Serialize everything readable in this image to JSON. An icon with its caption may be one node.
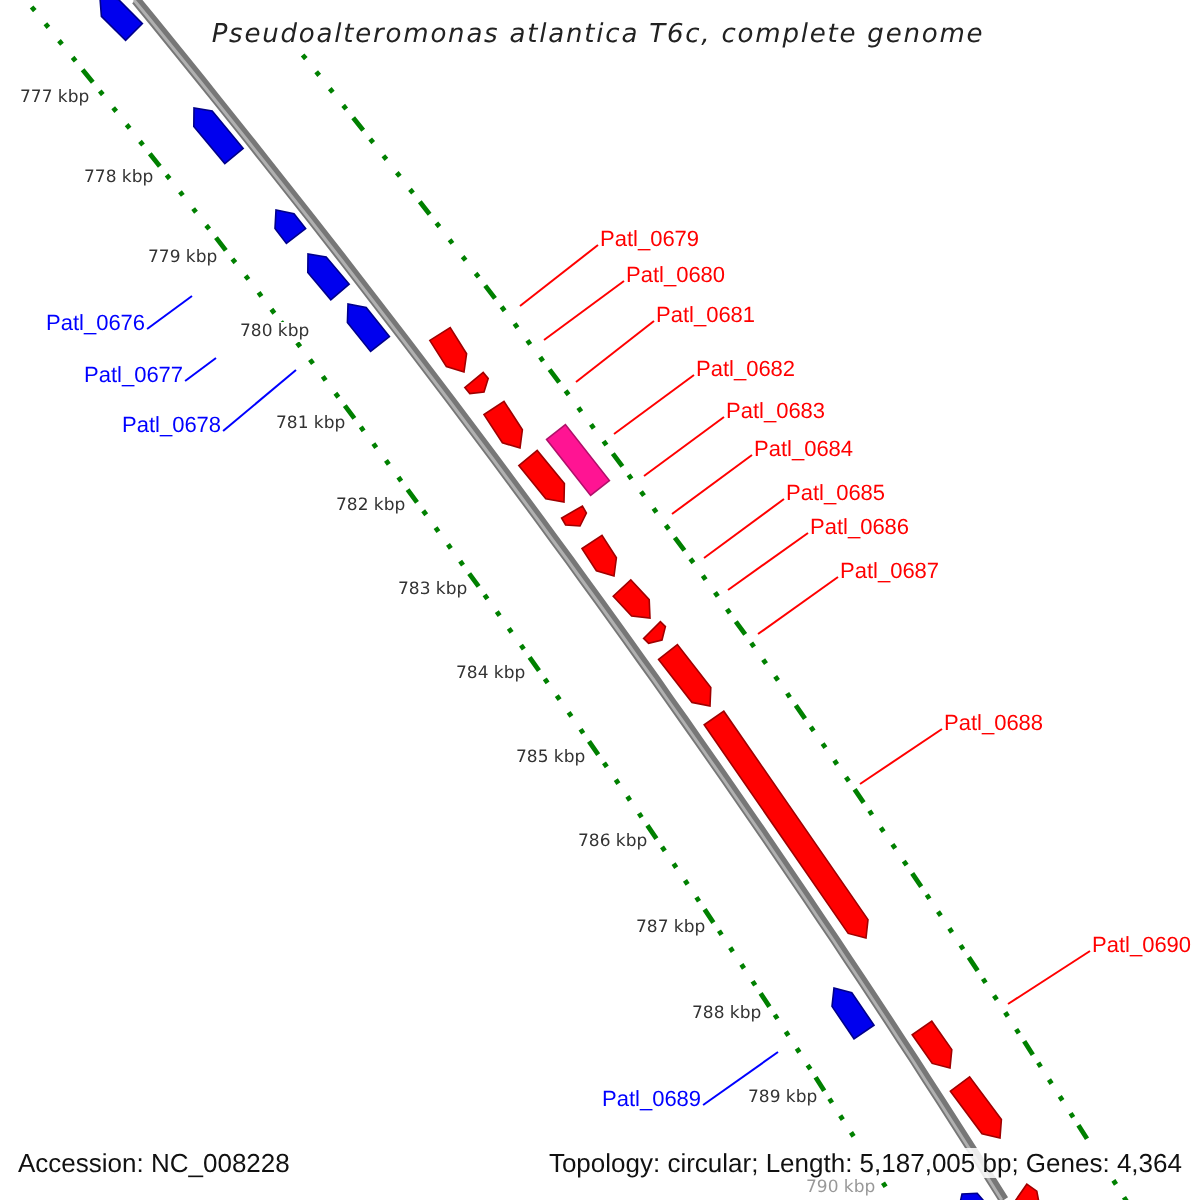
{
  "diagram": {
    "title": "Pseudoalteromonas atlantica T6c, complete genome",
    "nodes": [
      {
        "text": [
          "Patl_0679"
        ]
      },
      {
        "text": [
          "Patl_0680"
        ]
      },
      {
        "text": [
          "Patl_0681"
        ]
      },
      {
        "text": [
          "Patl_0676"
        ]
      },
      {
        "text": [
          "Patl_0682"
        ]
      },
      {
        "text": [
          "Patl_0677"
        ]
      },
      {
        "text": [
          "Patl_0683"
        ]
      },
      {
        "text": [
          "Patl_0678"
        ]
      },
      {
        "text": [
          "Patl_0684"
        ]
      },
      {
        "text": [
          "Patl_0685"
        ]
      },
      {
        "text": [
          "Patl_0686"
        ]
      },
      {
        "text": [
          "Patl_0687"
        ]
      },
      {
        "text": [
          "Patl_0688"
        ]
      },
      {
        "text": [
          "Patl_0690"
        ]
      },
      {
        "text": [
          "Patl_0689"
        ]
      }
    ],
    "edges": [
      {
        "from": 0,
        "to": null,
        "arrow": "none"
      },
      {
        "from": 1,
        "to": null,
        "arrow": "none"
      },
      {
        "from": 2,
        "to": null,
        "arrow": "none"
      },
      {
        "from": 3,
        "to": null,
        "arrow": "none",
        "color": "#0000ff"
      },
      {
        "from": 4,
        "to": null,
        "arrow": "none"
      },
      {
        "from": 5,
        "to": null,
        "arrow": "none",
        "color": "#0000ff"
      },
      {
        "from": 6,
        "to": null,
        "arrow": "none"
      },
      {
        "from": 7,
        "to": null,
        "arrow": "none",
        "color": "#0000ff"
      },
      {
        "from": 8,
        "to": null,
        "arrow": "none"
      },
      {
        "from": 9,
        "to": null,
        "arrow": "none"
      },
      {
        "from": 10,
        "to": null,
        "arrow": "none"
      },
      {
        "from": 11,
        "to": null,
        "arrow": "none"
      },
      {
        "from": 12,
        "to": null,
        "arrow": "none"
      },
      {
        "from": 13,
        "to": null,
        "arrow": "none"
      },
      {
        "from": 14,
        "to": null,
        "arrow": "none",
        "color": "#0000ff"
      }
    ],
    "labels": [
      "777 kbp",
      "778 kbp",
      "779 kbp",
      "780 kbp",
      "781 kbp",
      "782 kbp",
      "783 kbp",
      "784 kbp",
      "785 kbp",
      "786 kbp",
      "787 kbp",
      "788 kbp",
      "789 kbp",
      "790 kbp",
      "Accession: NC_008228",
      "Topology: circular; Length: 5,187,005 bp; Genes: 4,364"
    ]
  }
}
